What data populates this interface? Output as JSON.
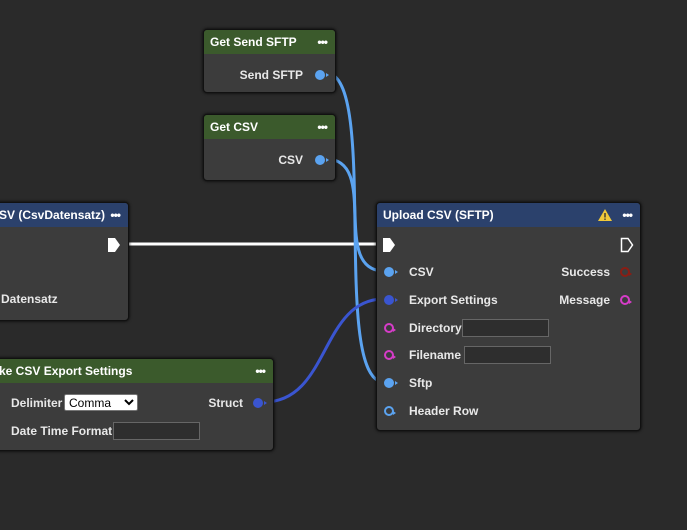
{
  "nodes": {
    "get_send_sftp": {
      "title": "Get Send SFTP",
      "output": "Send SFTP"
    },
    "get_csv": {
      "title": "Get CSV",
      "output": "CSV"
    },
    "csv_datensatz": {
      "title": "SV (CsvDatensatz)",
      "output": "Datensatz"
    },
    "export_settings": {
      "title": "ke CSV Export Settings",
      "delimiter_label": "Delimiter",
      "delimiter_value": "Comma",
      "datetime_label": "Date Time Format",
      "output": "Struct"
    },
    "upload": {
      "title": "Upload CSV (SFTP)",
      "warning_icon": "warning-triangle-icon",
      "inputs": [
        "CSV",
        "Export Settings",
        "Directory",
        "Filename",
        "Sftp",
        "Header Row"
      ],
      "outputs": [
        "Success",
        "Message"
      ]
    }
  },
  "menu_icon": "more-dots-icon",
  "colors": {
    "struct_blue": "#5ba3f0",
    "settings_blue": "#3a55d0",
    "string_pink": "#d63cc8",
    "success_red": "#8a1d14",
    "header_green": "#3b5a2c",
    "header_blue": "#2b416c"
  }
}
